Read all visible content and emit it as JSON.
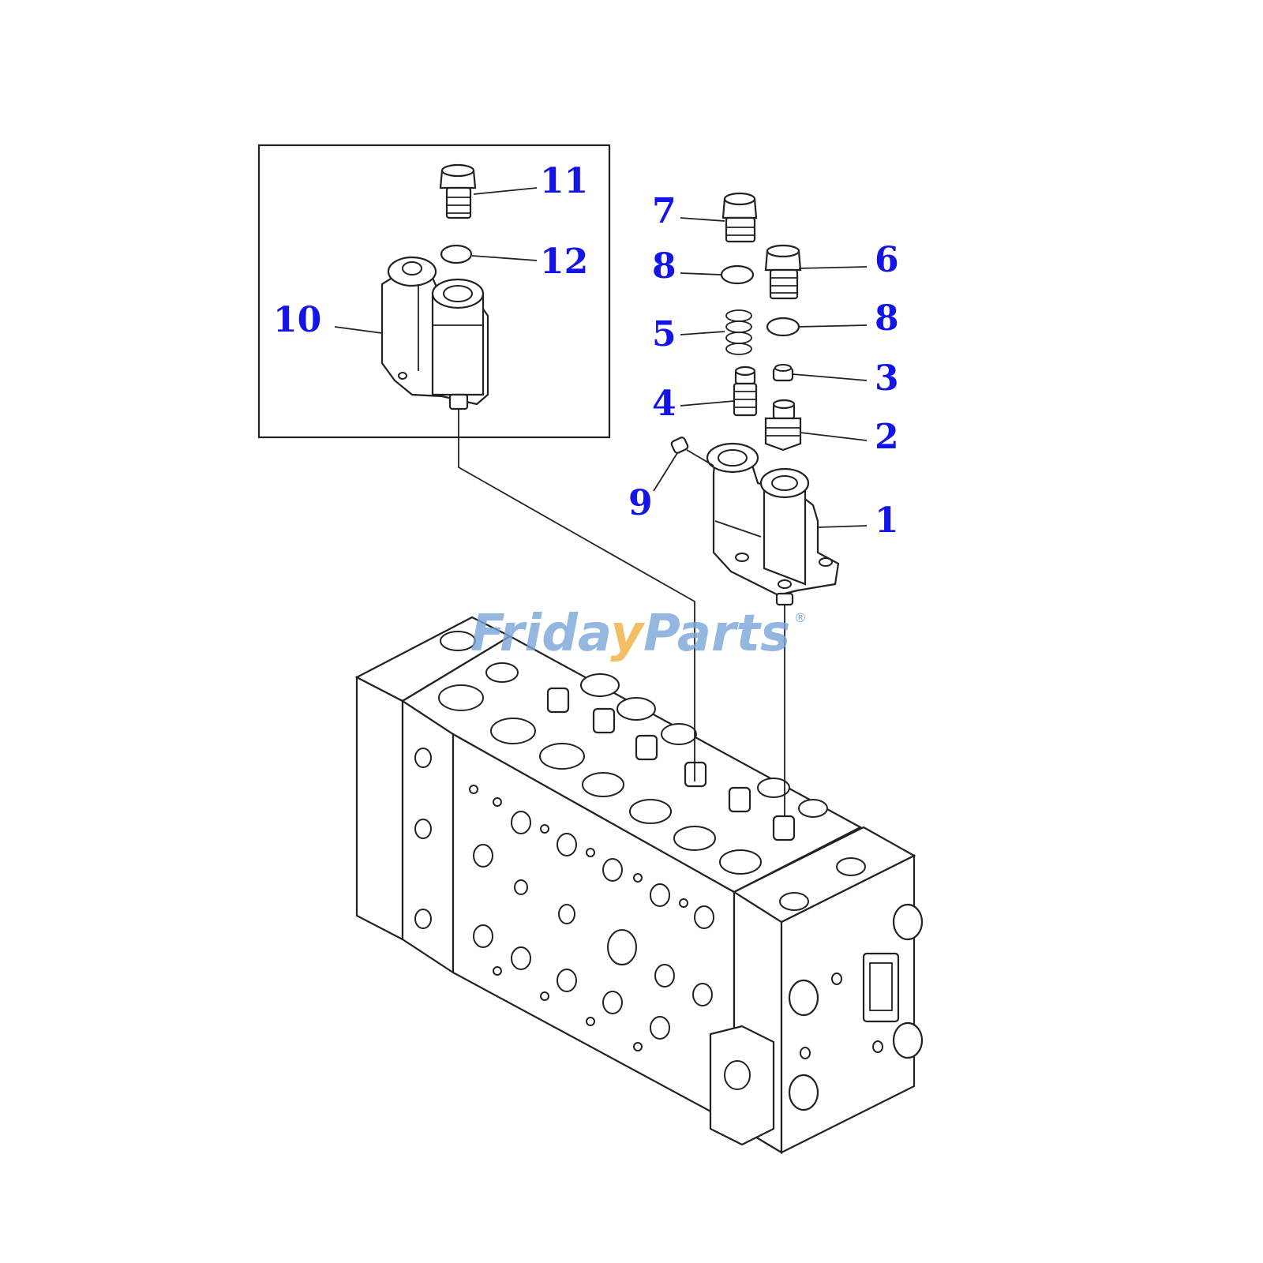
{
  "watermark": {
    "part1": "Frida",
    "part2": "y",
    "part3": "Parts",
    "registered": "®"
  },
  "colors": {
    "callout": "#1414e6",
    "line": "#222222",
    "watermark_blue": "#7aa6d8",
    "watermark_orange": "#f0b040"
  },
  "callouts": [
    {
      "id": "1",
      "label": "1"
    },
    {
      "id": "2",
      "label": "2"
    },
    {
      "id": "3",
      "label": "3"
    },
    {
      "id": "4",
      "label": "4"
    },
    {
      "id": "5",
      "label": "5"
    },
    {
      "id": "6",
      "label": "6"
    },
    {
      "id": "7",
      "label": "7"
    },
    {
      "id": "8a",
      "label": "8"
    },
    {
      "id": "8b",
      "label": "8"
    },
    {
      "id": "9",
      "label": "9"
    },
    {
      "id": "10",
      "label": "10"
    },
    {
      "id": "11",
      "label": "11"
    },
    {
      "id": "12",
      "label": "12"
    }
  ]
}
